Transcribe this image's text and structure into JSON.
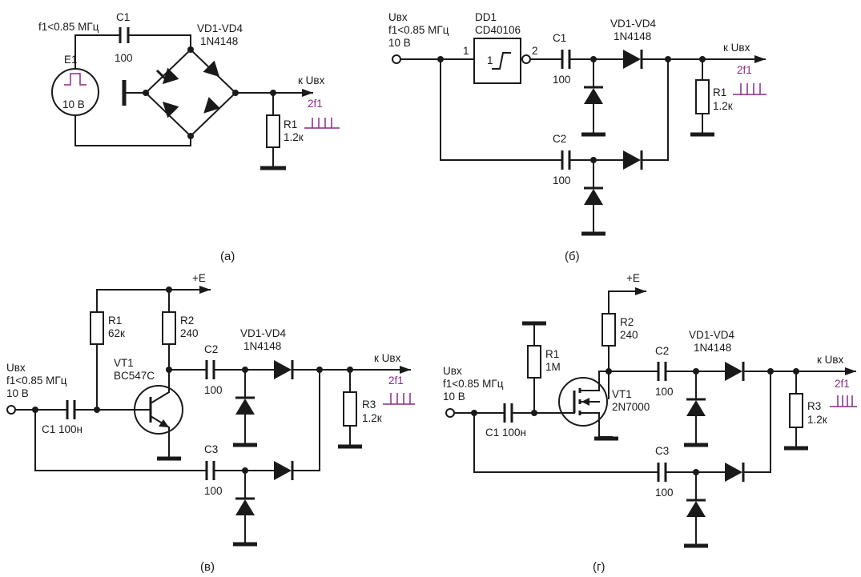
{
  "a": {
    "freq": "f1<0.85 МГц",
    "c1": "C1",
    "c1_val": "100",
    "diodes": "VD1-VD4",
    "diode_type": "1N4148",
    "source": "E1",
    "source_v": "10 В",
    "out": "к Uвх",
    "f2": "2f1",
    "r1": "R1",
    "r1_val": "1.2к",
    "caption": "(a)"
  },
  "b": {
    "in": "Uвх",
    "freq": "f1<0.85 МГц",
    "volt": "10 В",
    "dd": "DD1",
    "dd_type": "CD40106",
    "pin1": "1",
    "pin2": "2",
    "schmitt": "1",
    "c1": "C1",
    "c1_val": "100",
    "c2": "C2",
    "c2_val": "100",
    "diodes": "VD1-VD4",
    "diode_type": "1N4148",
    "out": "к Uвх",
    "f2": "2f1",
    "r1": "R1",
    "r1_val": "1.2к",
    "caption": "(б)"
  },
  "v": {
    "vcc": "+E",
    "r1": "R1",
    "r1_val": "62к",
    "r2": "R2",
    "r2_val": "240",
    "vt": "VT1",
    "vt_type": "BC547C",
    "in": "Uвх",
    "freq": "f1<0.85 МГц",
    "volt": "10 В",
    "c1": "C1 100н",
    "c2": "C2",
    "c2_val": "100",
    "c3": "C3",
    "c3_val": "100",
    "diodes": "VD1-VD4",
    "diode_type": "1N4148",
    "out": "к Uвх",
    "f2": "2f1",
    "r3": "R3",
    "r3_val": "1.2к",
    "caption": "(в)"
  },
  "g": {
    "vcc": "+E",
    "r2": "R2",
    "r2_val": "240",
    "r1": "R1",
    "r1_val": "1M",
    "vt": "VT1",
    "vt_type": "2N7000",
    "in": "Uвх",
    "freq": "f1<0.85 МГц",
    "volt": "10 В",
    "c1": "C1 100н",
    "c2": "C2",
    "c2_val": "100",
    "c3": "C3",
    "c3_val": "100",
    "diodes": "VD1-VD4",
    "diode_type": "1N4148",
    "out": "к Uвх",
    "f2": "2f1",
    "r3": "R3",
    "r3_val": "1.2к",
    "caption": "(г)"
  },
  "colors": {
    "wire": "#1a1a1a",
    "waveform": "#8a2a8a"
  }
}
